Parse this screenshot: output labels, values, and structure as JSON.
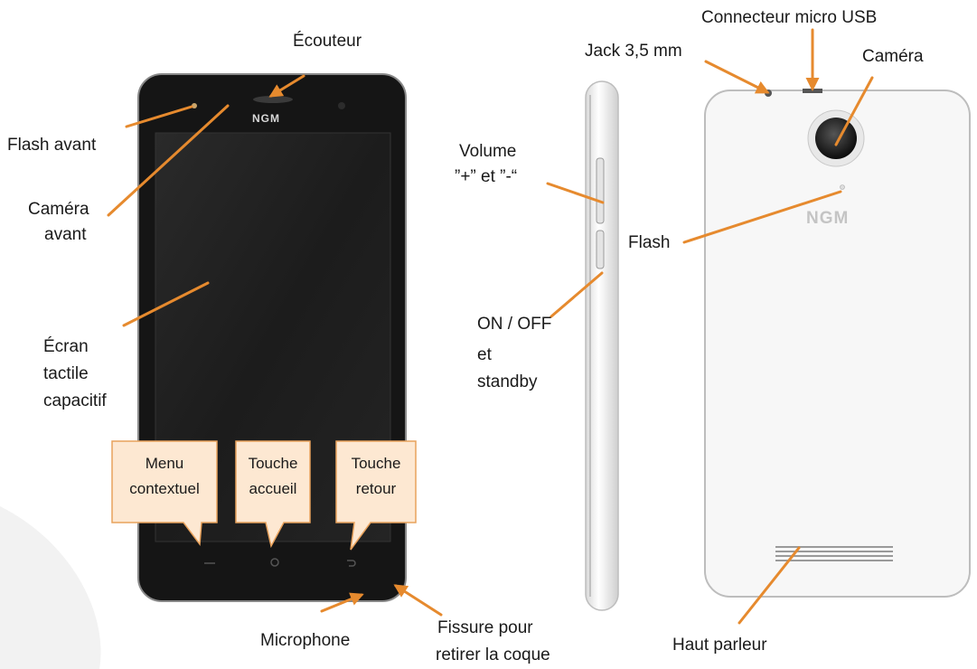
{
  "colors": {
    "arrow": "#e68a2e",
    "callout_fill": "#fde8d2",
    "callout_border": "#e8a25c",
    "phone_black": "#151515",
    "phone_white": "#f7f7f7"
  },
  "front": {
    "brand": "NGM",
    "labels": {
      "ecouteur": "Écouteur",
      "flash_avant": "Flash avant",
      "camera_avant": [
        "Caméra",
        "avant"
      ],
      "ecran": [
        "Écran",
        "tactile",
        "capacitif"
      ],
      "microphone": "Microphone",
      "fissure": [
        "Fissure pour",
        "retirer la coque"
      ]
    },
    "callouts": {
      "menu": [
        "Menu",
        "contextuel"
      ],
      "accueil": [
        "Touche",
        "accueil"
      ],
      "retour": [
        "Touche",
        "retour"
      ]
    }
  },
  "side": {
    "labels": {
      "volume": [
        "Volume",
        "”+” et ”-“"
      ],
      "on_off": [
        "ON / OFF",
        "et",
        "standby"
      ]
    }
  },
  "back": {
    "brand": "NGM",
    "labels": {
      "jack": "Jack 3,5 mm",
      "usb": "Connecteur micro USB",
      "camera": "Caméra",
      "flash": "Flash",
      "haut_parleur": "Haut parleur"
    }
  }
}
